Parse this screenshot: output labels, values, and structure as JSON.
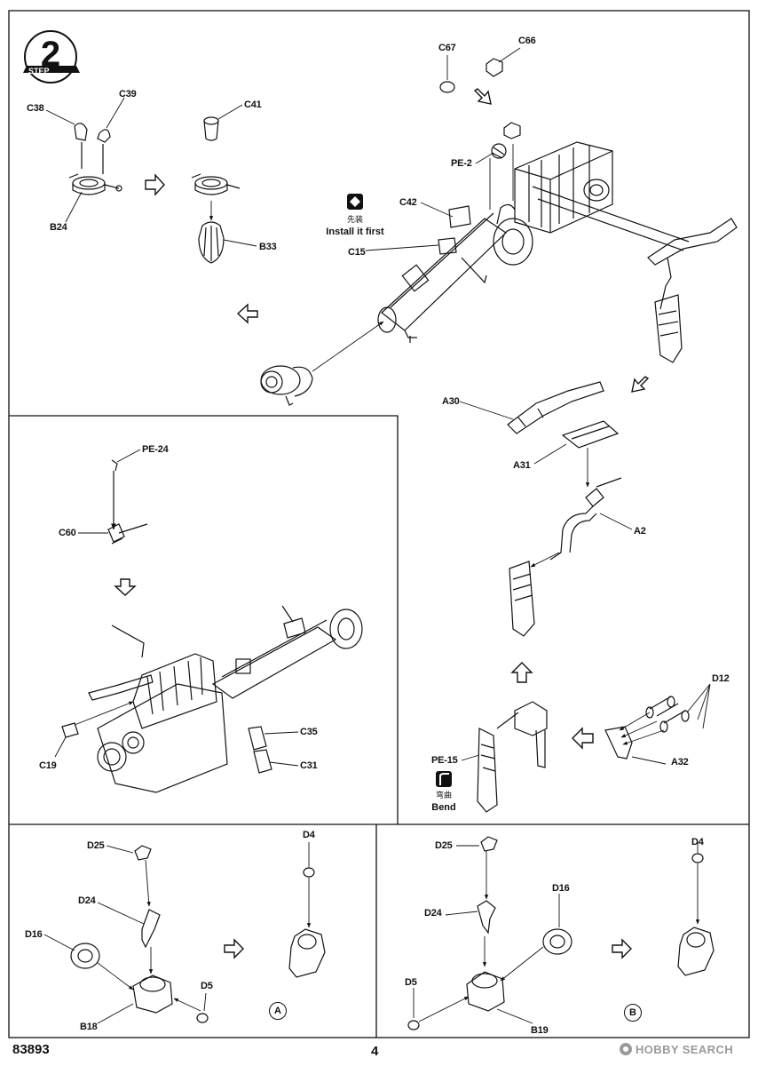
{
  "step": {
    "number": "2",
    "word": "STEP"
  },
  "parts": {
    "C38": "C38",
    "C39": "C39",
    "B24": "B24",
    "C41": "C41",
    "B33": "B33",
    "C67": "C67",
    "C66": "C66",
    "PE2": "PE-2",
    "C42": "C42",
    "C15": "C15",
    "A30": "A30",
    "A31": "A31",
    "A2": "A2",
    "D12": "D12",
    "A32": "A32",
    "PE15": "PE-15",
    "PE24": "PE-24",
    "C60": "C60",
    "C19": "C19",
    "C35": "C35",
    "C31": "C31",
    "D25a": "D25",
    "D24a": "D24",
    "D16a": "D16",
    "B18": "B18",
    "D5a": "D5",
    "D4a": "D4",
    "D25b": "D25",
    "D24b": "D24",
    "D16b": "D16",
    "B19": "B19",
    "D5b": "D5",
    "D4b": "D4"
  },
  "notes": {
    "install_first_cn": "先装",
    "install_first_en": "Install it first",
    "bend_cn": "弯曲",
    "bend_en": "Bend"
  },
  "sub_letters": {
    "a": "A",
    "b": "B"
  },
  "footer": {
    "kit_number": "83893",
    "page_number": "4"
  },
  "watermark": "HOBBY SEARCH"
}
